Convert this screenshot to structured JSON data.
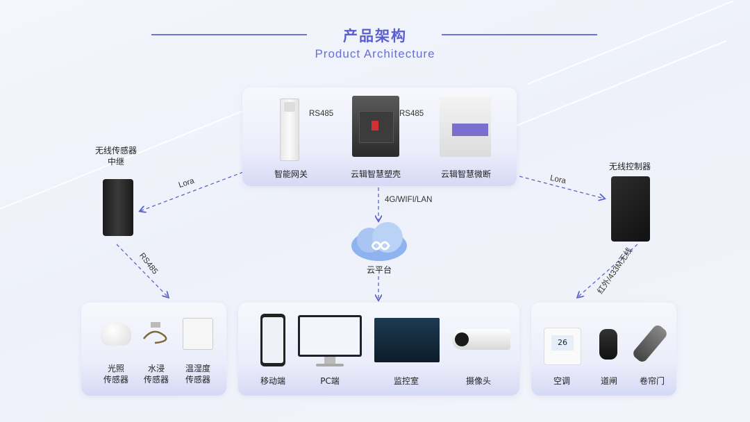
{
  "header": {
    "title_cn": "产品架构",
    "title_en": "Product Architecture"
  },
  "top_panel": {
    "devices": [
      {
        "label": "智能网关",
        "icon": "smart-gateway"
      },
      {
        "label": "云辑智慧塑壳",
        "icon": "molded-case-breaker"
      },
      {
        "label": "云辑智慧微断",
        "icon": "miniature-breaker"
      }
    ],
    "link_labels": [
      "RS485",
      "RS485"
    ]
  },
  "relay": {
    "label_line1": "无线传感器",
    "label_line2": "中继",
    "icon": "wireless-relay"
  },
  "controller": {
    "label": "无线控制器",
    "icon": "wireless-controller"
  },
  "cloud": {
    "label": "云平台",
    "icon": "cloud-icon"
  },
  "edges": {
    "lora_left": "Lora",
    "lora_right": "Lora",
    "network": "4G/WIFI/LAN",
    "rs485": "RS485",
    "infrared": "红外/433M无线"
  },
  "sensors_panel": {
    "items": [
      {
        "line1": "光照",
        "line2": "传感器",
        "icon": "light-sensor"
      },
      {
        "line1": "水浸",
        "line2": "传感器",
        "icon": "water-leak-sensor"
      },
      {
        "line1": "温湿度",
        "line2": "传感器",
        "icon": "temp-humidity-sensor"
      }
    ]
  },
  "platform_panel": {
    "items": [
      {
        "label": "移动端",
        "icon": "mobile-phone"
      },
      {
        "label": "PC端",
        "icon": "pc-monitor"
      },
      {
        "label": "监控室",
        "icon": "control-room"
      },
      {
        "label": "摄像头",
        "icon": "camera"
      }
    ]
  },
  "control_panel": {
    "items": [
      {
        "label": "空调",
        "icon": "thermostat",
        "display": "26"
      },
      {
        "label": "道闸",
        "icon": "barrier-remote"
      },
      {
        "label": "卷帘门",
        "icon": "shutter-remote"
      }
    ]
  },
  "colors": {
    "accent": "#5a5fd0",
    "arrow": "#5b63c8"
  }
}
